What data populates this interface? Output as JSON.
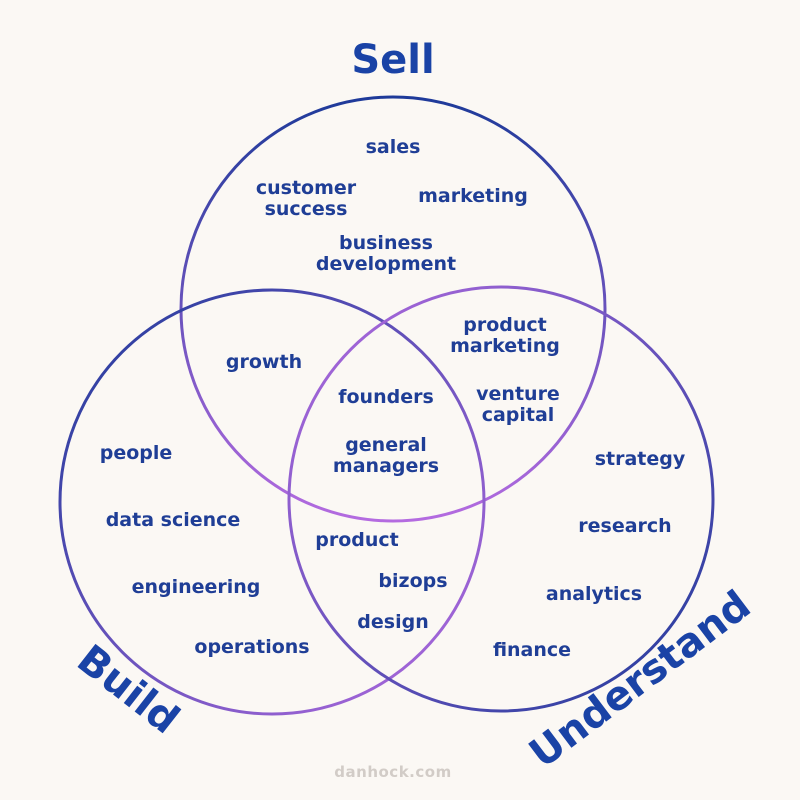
{
  "title": "Sell",
  "circles": {
    "sell": {
      "label": "Sell",
      "items": [
        "sales",
        "customer success",
        "marketing",
        "business development"
      ]
    },
    "build": {
      "label": "Build",
      "items": [
        "people",
        "data science",
        "engineering",
        "operations"
      ]
    },
    "understand": {
      "label": "Understand",
      "items": [
        "strategy",
        "research",
        "analytics",
        "finance"
      ]
    }
  },
  "overlaps": {
    "sell_build": [
      "growth"
    ],
    "sell_understand": [
      "product marketing",
      "venture capital"
    ],
    "build_understand": [
      "product",
      "bizops",
      "design"
    ],
    "all_three": [
      "founders",
      "general managers"
    ]
  },
  "text": {
    "sales": "sales",
    "customer": "customer",
    "success": "success",
    "marketing": "marketing",
    "business": "business",
    "development": "development",
    "growth": "growth",
    "product_mk_1": "product",
    "product_mk_2": "marketing",
    "founders": "founders",
    "venture": "venture",
    "capital": "capital",
    "general": "general",
    "managers": "managers",
    "people": "people",
    "data_science": "data science",
    "engineering": "engineering",
    "operations": "operations",
    "strategy": "strategy",
    "research": "research",
    "analytics": "analytics",
    "finance": "finance",
    "product": "product",
    "bizops": "bizops",
    "design": "design",
    "sell": "Sell",
    "build": "Build",
    "understand": "Understand"
  },
  "watermark": "danhock.com",
  "colors": {
    "background": "#fbf8f4",
    "text": "#1f3e96",
    "heading": "#1a43a6",
    "gradient_start": "#1e3a99",
    "gradient_end": "#b46be0",
    "watermark": "#d2ccc7"
  }
}
